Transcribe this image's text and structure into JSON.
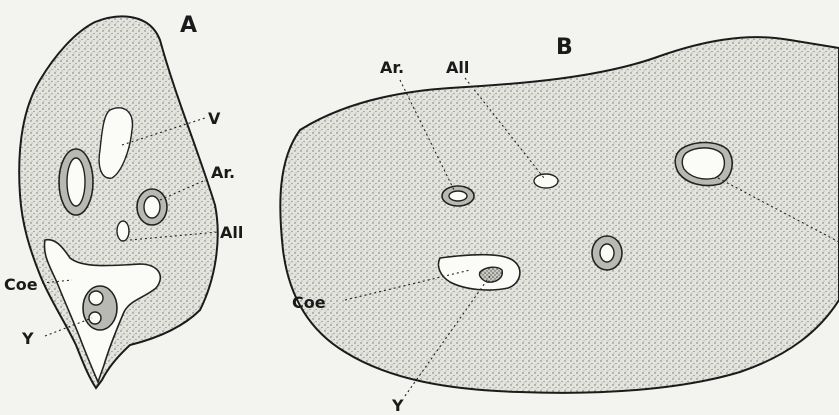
{
  "panel_a": {
    "heading": "A",
    "labels": {
      "v": "V",
      "ar": "Ar.",
      "all": "All",
      "coe": "Coe",
      "y": "Y"
    }
  },
  "panel_b": {
    "heading": "B",
    "labels": {
      "ar": "Ar.",
      "all": "All",
      "coe": "Coe",
      "y": "Y"
    }
  },
  "colors": {
    "background": "#f3f3ef",
    "tissue": "#e2e2dc",
    "ink": "#1b1b1b"
  }
}
